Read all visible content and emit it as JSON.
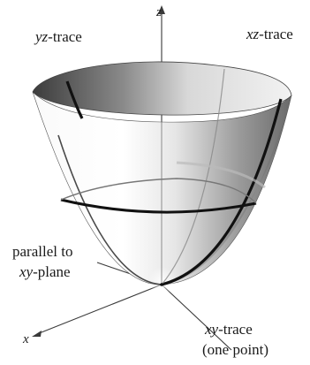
{
  "axes": {
    "z": "z",
    "x": "x"
  },
  "labels": {
    "yz_trace": {
      "italic": "yz",
      "rest": "-trace"
    },
    "xz_trace": {
      "italic": "xz",
      "rest": "-trace"
    },
    "parallel_line1": "parallel to",
    "parallel_line2": {
      "italic": "xy",
      "rest": "-plane"
    },
    "xy_trace_line1": {
      "italic": "xy",
      "rest": "-trace"
    },
    "xy_trace_line2": "(one point)"
  },
  "colors": {
    "trace_stroke": "#111111",
    "axis_stroke": "#333333",
    "surface_light": "#ffffff",
    "surface_dark": "#4a4a4a"
  }
}
